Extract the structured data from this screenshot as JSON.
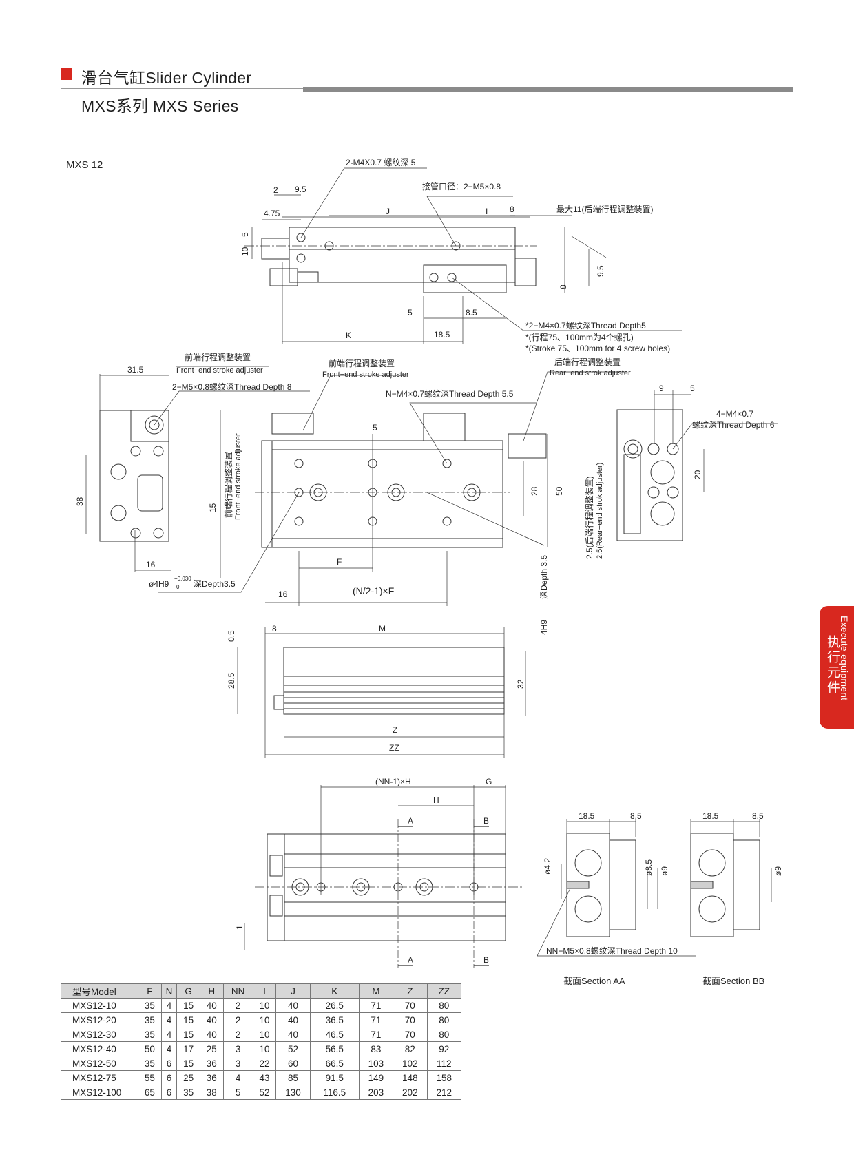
{
  "header": {
    "title": "滑台气缸Slider Cylinder",
    "series": "MXS系列 MXS Series",
    "accent_color": "#d8281f",
    "rule_color": "#8a8a8a"
  },
  "model_label": "MXS 12",
  "side_tab": {
    "en": "Execute equipment",
    "zh": "执行元件",
    "color": "#d8281f"
  },
  "top_view": {
    "notes": {
      "thread_top": "2-M4X0.7 螺纹深 5",
      "port": "接管口径：2−M5×0.8",
      "max_rear": "最大11(后端行程调整装置)",
      "thread_bottom": "*2−M4×0.7螺纹深Thread Depth5",
      "note_cn": "*(行程75、100mm为4个螺孔)",
      "note_en": "*(Stroke 75、100mm for 4 screw holes)"
    },
    "dims": {
      "d2": "2",
      "d9_5": "9.5",
      "d4_75": "4.75",
      "J": "J",
      "I": "I",
      "d8": "8",
      "d5": "5",
      "d10": "10",
      "d9_5b": "9.5",
      "d8b": "8",
      "d5b": "5",
      "d8_5": "8.5",
      "K": "K",
      "d18_5": "18.5"
    }
  },
  "side_view": {
    "notes": {
      "front_adj_left_cn": "前端行程调整装置",
      "front_adj_left_en": "Front−end stroke adjuster",
      "m5_thread": "2−M5×0.8螺纹深Thread Depth 8",
      "front_adj_mid_cn": "前端行程调整装置",
      "front_adj_mid_en": "Front−end stroke adjuster",
      "rear_adj_cn": "后端行程调整装置",
      "rear_adj_en": "Rear−end strok adjuster",
      "nm4_thread": "N−M4×0.7螺纹深Thread Depth 5.5",
      "m4_right": "4−M4×0.7",
      "m4_right_depth": "螺纹深Thread Depth 6",
      "vertical_front_cn": "前端行程调整装置",
      "vertical_front_en": "Front−end stroke adjuster",
      "vertical_rear_cn": "2.5(后端行程调整装置)",
      "vertical_rear_en": "2.5(Rear−end strok adjuster)",
      "h9_left": "ø4H9",
      "h9_left_tol_upper": "+0.030",
      "h9_left_tol_lower": "0",
      "h9_left_depth": "深Depth3.5",
      "h9_right": "4H9",
      "h9_right_depth": "深Depth 3.5",
      "nf_formula": "(N/2-1)×F"
    },
    "dims": {
      "d31_5": "31.5",
      "d38": "38",
      "d16": "16",
      "d15": "15",
      "d5": "5",
      "d28": "28",
      "d50": "50",
      "F": "F",
      "d16b": "16",
      "d9": "9",
      "d5r": "5",
      "d20": "20"
    }
  },
  "front_view": {
    "dims": {
      "d0_5": "0.5",
      "d8": "8",
      "M": "M",
      "d28_5": "28.5",
      "d32": "32",
      "Z": "Z",
      "ZZ": "ZZ"
    }
  },
  "bottom_view": {
    "dims": {
      "nn_h": "(NN-1)×H",
      "G": "G",
      "H": "H",
      "A": "A",
      "B": "B",
      "d1": "1"
    },
    "section_note": "NN−M5×0.8螺纹深Thread Depth 10",
    "section_aa": {
      "label": "截面Section AA",
      "d18_5": "18.5",
      "d8_5": "8.5",
      "d4_2": "ø4.2",
      "d8_5v": "ø8.5",
      "d9": "ø9"
    },
    "section_bb": {
      "label": "截面Section BB",
      "d18_5": "18.5",
      "d8_5": "8.5",
      "d9": "ø9"
    }
  },
  "table": {
    "headers": [
      "型号Model",
      "F",
      "N",
      "G",
      "H",
      "NN",
      "I",
      "J",
      "K",
      "M",
      "Z",
      "ZZ"
    ],
    "rows": [
      [
        "MXS12-10",
        "35",
        "4",
        "15",
        "40",
        "2",
        "10",
        "40",
        "26.5",
        "71",
        "70",
        "80"
      ],
      [
        "MXS12-20",
        "35",
        "4",
        "15",
        "40",
        "2",
        "10",
        "40",
        "36.5",
        "71",
        "70",
        "80"
      ],
      [
        "MXS12-30",
        "35",
        "4",
        "15",
        "40",
        "2",
        "10",
        "40",
        "46.5",
        "71",
        "70",
        "80"
      ],
      [
        "MXS12-40",
        "50",
        "4",
        "17",
        "25",
        "3",
        "10",
        "52",
        "56.5",
        "83",
        "82",
        "92"
      ],
      [
        "MXS12-50",
        "35",
        "6",
        "15",
        "36",
        "3",
        "22",
        "60",
        "66.5",
        "103",
        "102",
        "112"
      ],
      [
        "MXS12-75",
        "55",
        "6",
        "25",
        "36",
        "4",
        "43",
        "85",
        "91.5",
        "149",
        "148",
        "158"
      ],
      [
        "MXS12-100",
        "65",
        "6",
        "35",
        "38",
        "5",
        "52",
        "130",
        "116.5",
        "203",
        "202",
        "212"
      ]
    ]
  }
}
